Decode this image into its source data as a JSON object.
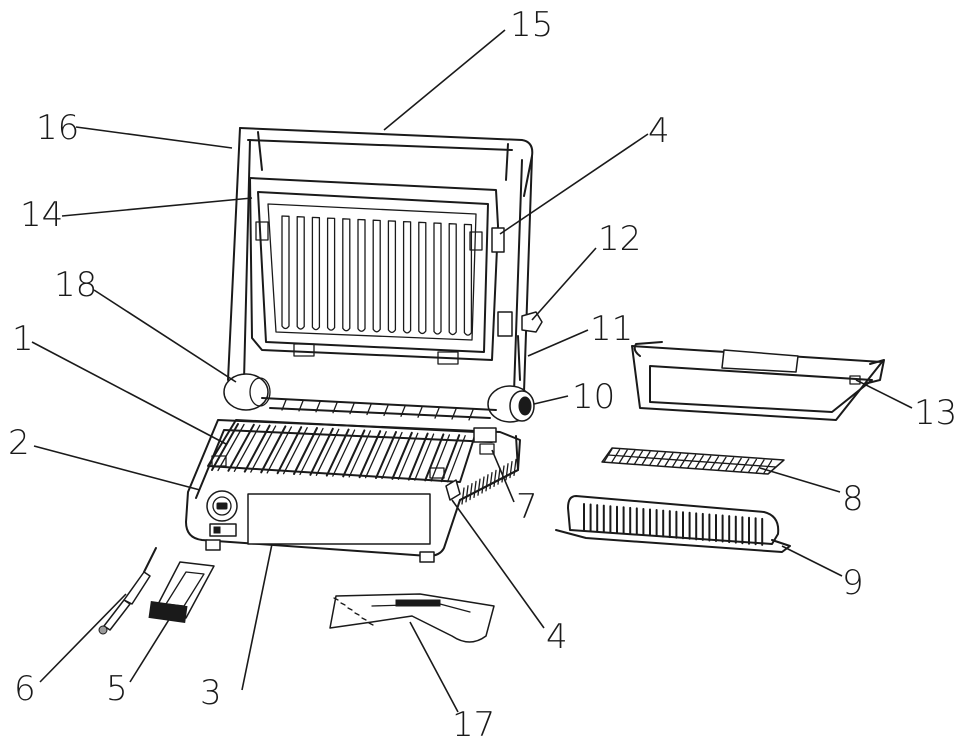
{
  "diagram": {
    "callouts": [
      {
        "id": "c15",
        "label": "15"
      },
      {
        "id": "c16",
        "label": "16"
      },
      {
        "id": "c4a",
        "label": "4"
      },
      {
        "id": "c14",
        "label": "14"
      },
      {
        "id": "c12",
        "label": "12"
      },
      {
        "id": "c18",
        "label": "18"
      },
      {
        "id": "c11",
        "label": "11"
      },
      {
        "id": "c1",
        "label": "1"
      },
      {
        "id": "c10",
        "label": "10"
      },
      {
        "id": "c13",
        "label": "13"
      },
      {
        "id": "c2",
        "label": "2"
      },
      {
        "id": "c7",
        "label": "7"
      },
      {
        "id": "c8",
        "label": "8"
      },
      {
        "id": "c9",
        "label": "9"
      },
      {
        "id": "c4b",
        "label": "4"
      },
      {
        "id": "c6",
        "label": "6"
      },
      {
        "id": "c5",
        "label": "5"
      },
      {
        "id": "c3",
        "label": "3"
      },
      {
        "id": "c17",
        "label": "17"
      }
    ]
  }
}
